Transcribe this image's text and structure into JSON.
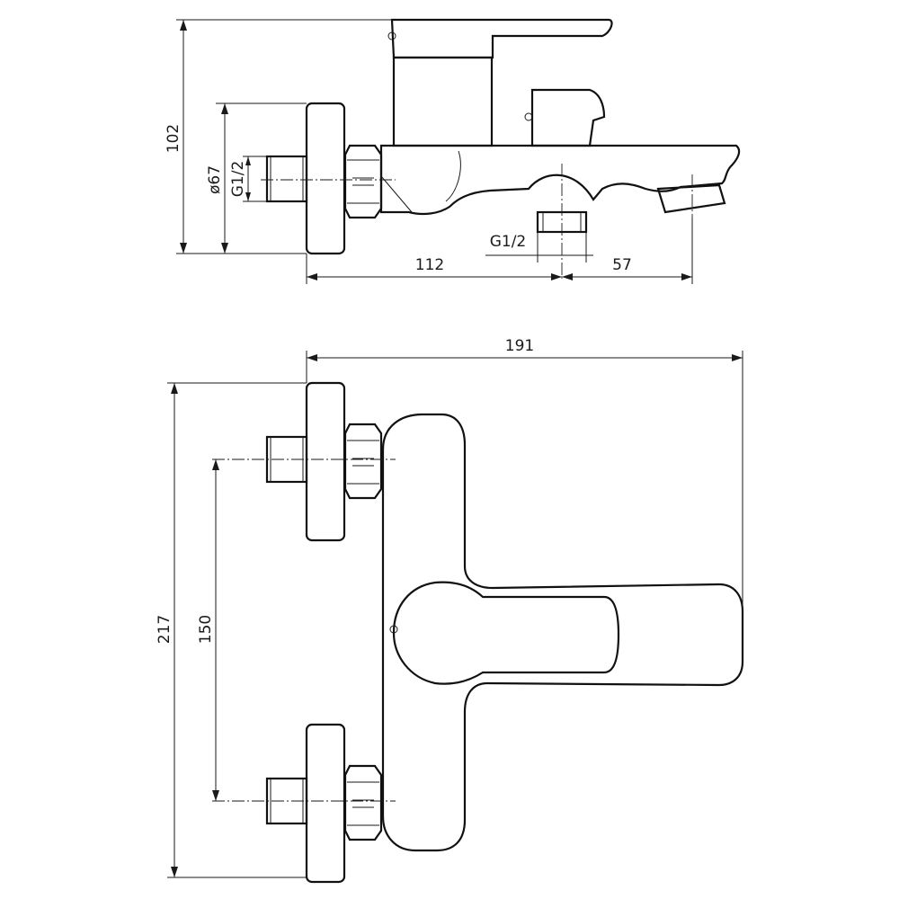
{
  "drawing": {
    "side_view": {
      "height": "102",
      "flange_diameter": "ø67",
      "inlet_thread": "G1/2",
      "outlet_thread": "G1/2",
      "depth_to_outlet": "112",
      "outlet_to_spout": "57"
    },
    "top_view": {
      "total_length": "191",
      "total_height": "217",
      "inlet_spacing": "150"
    }
  },
  "colors": {
    "line": "#111111",
    "background": "#ffffff"
  }
}
